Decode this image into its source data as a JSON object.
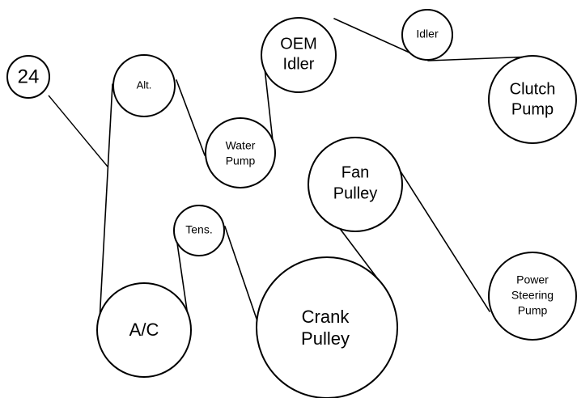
{
  "diagram": {
    "callout_number": "24",
    "pulleys": {
      "alternator": [
        "Alt."
      ],
      "water_pump": [
        "Water",
        "Pump"
      ],
      "oem_idler": [
        "OEM",
        "Idler"
      ],
      "idler": [
        "Idler"
      ],
      "clutch_pump": [
        "Clutch",
        "Pump"
      ],
      "fan_pulley": [
        "Fan",
        "Pulley"
      ],
      "tensioner": [
        "Tens."
      ],
      "ac": [
        "A/C"
      ],
      "crank_pulley": [
        "Crank",
        "Pulley"
      ],
      "power_steering_pump": [
        "Power",
        "Steering",
        "Pump"
      ]
    }
  }
}
